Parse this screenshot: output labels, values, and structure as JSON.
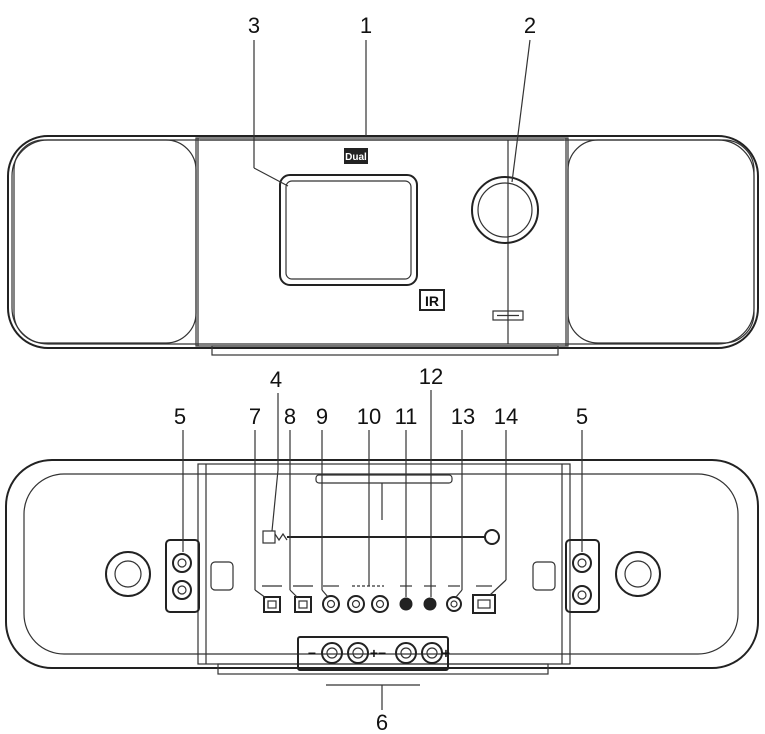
{
  "front": {
    "logo_text": "Dual",
    "ir_badge": "IR",
    "callouts": [
      "1",
      "2",
      "3"
    ]
  },
  "back": {
    "callouts": [
      "4",
      "5",
      "5",
      "6",
      "7",
      "8",
      "9",
      "10",
      "11",
      "12",
      "13",
      "14"
    ]
  }
}
